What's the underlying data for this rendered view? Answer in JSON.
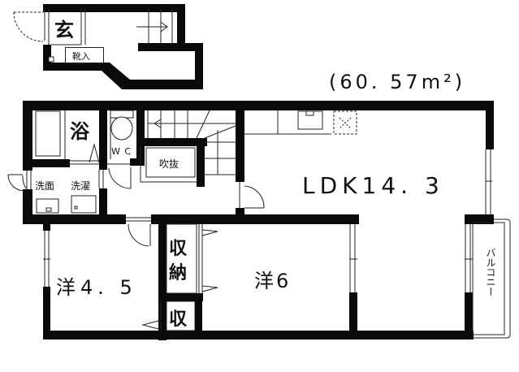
{
  "floorplan": {
    "total_area": "(60. 57m²)",
    "rooms": {
      "entrance": "玄",
      "shoe_storage": "靴入",
      "bath": "浴",
      "wc": "W C",
      "washroom": "洗面",
      "laundry": "洗濯",
      "void": "吹抜",
      "ldk": "LDK14. 3",
      "western_room_1": "洋4. 5",
      "western_room_2": "洋6",
      "closet_large_1": "収",
      "closet_large_2": "納",
      "closet_small": "収",
      "balcony": "バルコニー"
    }
  }
}
